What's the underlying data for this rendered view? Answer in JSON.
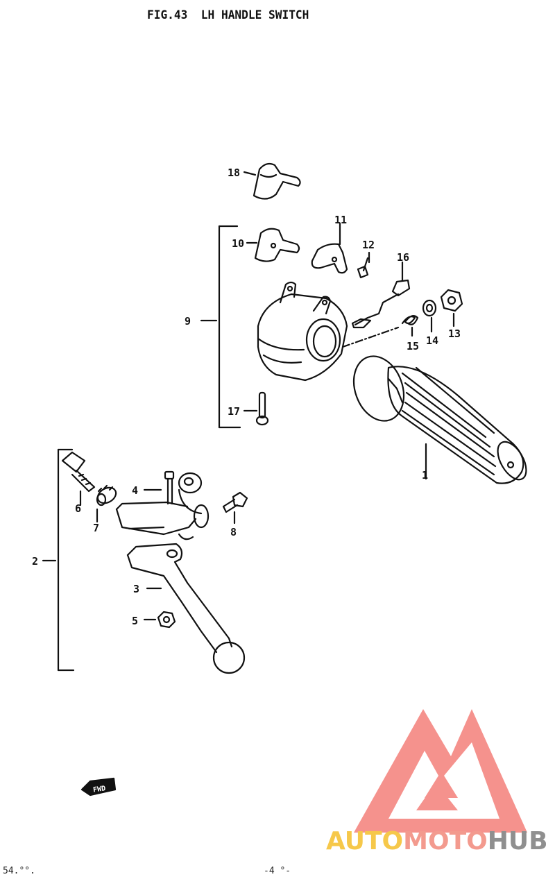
{
  "figure": {
    "fig_number": "FIG.43",
    "title": "LH HANDLE SWITCH"
  },
  "callouts": [
    "1",
    "2",
    "3",
    "4",
    "5",
    "6",
    "7",
    "8",
    "9",
    "10",
    "11",
    "12",
    "13",
    "14",
    "15",
    "16",
    "17",
    "18"
  ],
  "direction_tag": "FWD",
  "footer": {
    "left": "54.°°.",
    "center": "-4 °-"
  },
  "watermark": {
    "part1": "AUTO",
    "part2": "MOTO",
    "part3": "HUB",
    "colors": {
      "auto": "#f6c84a",
      "moto": "#f39a8e",
      "hub": "#8f8f8f",
      "logo": "#f47f7a"
    }
  }
}
